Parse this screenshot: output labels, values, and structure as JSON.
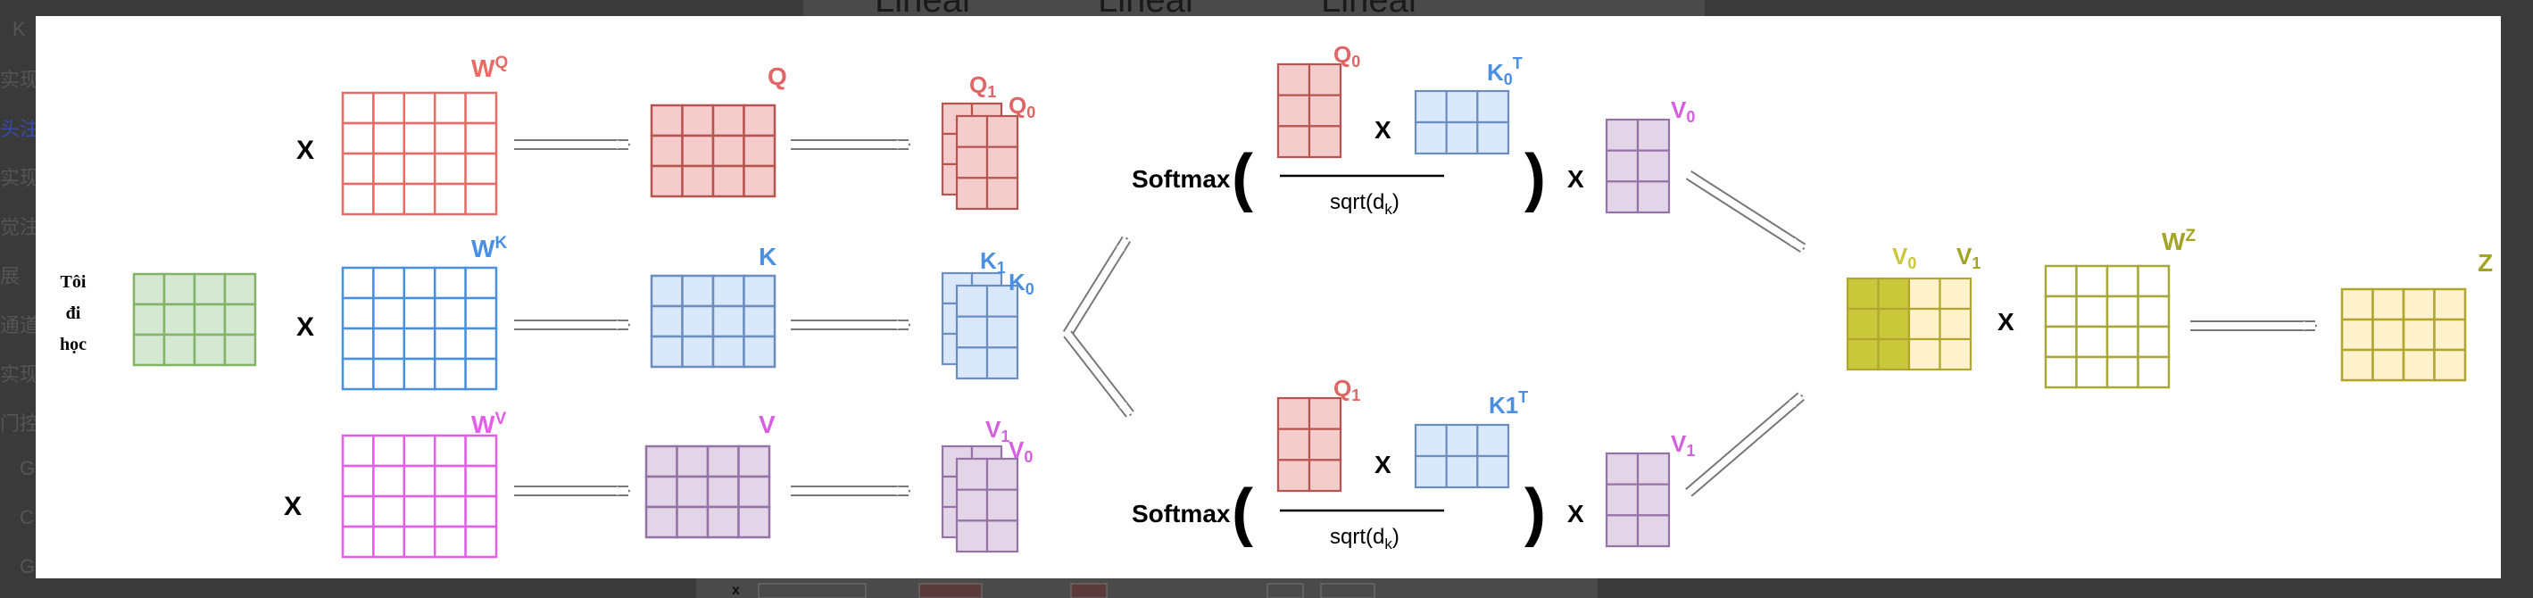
{
  "page": {
    "sidebar_items": [
      "K",
      "实现",
      "头注",
      "实现",
      "觉注",
      "展",
      "通道",
      "实现",
      "门控",
      "G",
      "C",
      "G"
    ],
    "top_fragments": [
      "Linear",
      "Linear",
      "Linear"
    ]
  },
  "diagram": {
    "input_words": [
      "Tôi",
      "đi",
      "học"
    ],
    "times": "X",
    "weights": {
      "wq": {
        "base": "W",
        "sup": "Q"
      },
      "wk": {
        "base": "W",
        "sup": "K"
      },
      "wv": {
        "base": "W",
        "sup": "V"
      },
      "wz": {
        "base": "W",
        "sup": "Z"
      }
    },
    "projections": {
      "q": "Q",
      "k": "K",
      "v": "V"
    },
    "heads": {
      "q0": {
        "base": "Q",
        "sub": "0"
      },
      "q1": {
        "base": "Q",
        "sub": "1"
      },
      "k0": {
        "base": "K",
        "sub": "0"
      },
      "k1": {
        "base": "K",
        "sub": "1"
      },
      "v0": {
        "base": "V",
        "sub": "0"
      },
      "v1": {
        "base": "V",
        "sub": "1"
      }
    },
    "attention": {
      "softmax": "Softmax",
      "lparen": "(",
      "rparen": ")",
      "sqrt_base": "sqrt(d",
      "sqrt_sub": "k",
      "sqrt_close": ")",
      "k0t": {
        "base": "K",
        "sub": "0",
        "sup": "T"
      },
      "k1t": {
        "base": "K1",
        "sup": "T"
      }
    },
    "output": {
      "z": "Z"
    },
    "colors": {
      "q": "#e06666",
      "q_fill": "#f4cccc",
      "q_stroke": "#b85450",
      "k": "#4a90e2",
      "k_fill": "#dae8fc",
      "k_stroke": "#6c8ebf",
      "v": "#d65ee0",
      "v_fill": "#e1d5e7",
      "v_stroke": "#9673a6",
      "in_fill": "#d5e8d4",
      "in_stroke": "#82b366",
      "wq_stroke": "#ea6b66",
      "wk_stroke": "#4a90e2",
      "wv_stroke": "#e45ee8",
      "olive": "#a3a324",
      "y_fill": "#fff2cc",
      "y_dark": "#c8c83a",
      "y_stroke": "#b0a62e",
      "wz_stroke": "#a8a83a"
    }
  }
}
